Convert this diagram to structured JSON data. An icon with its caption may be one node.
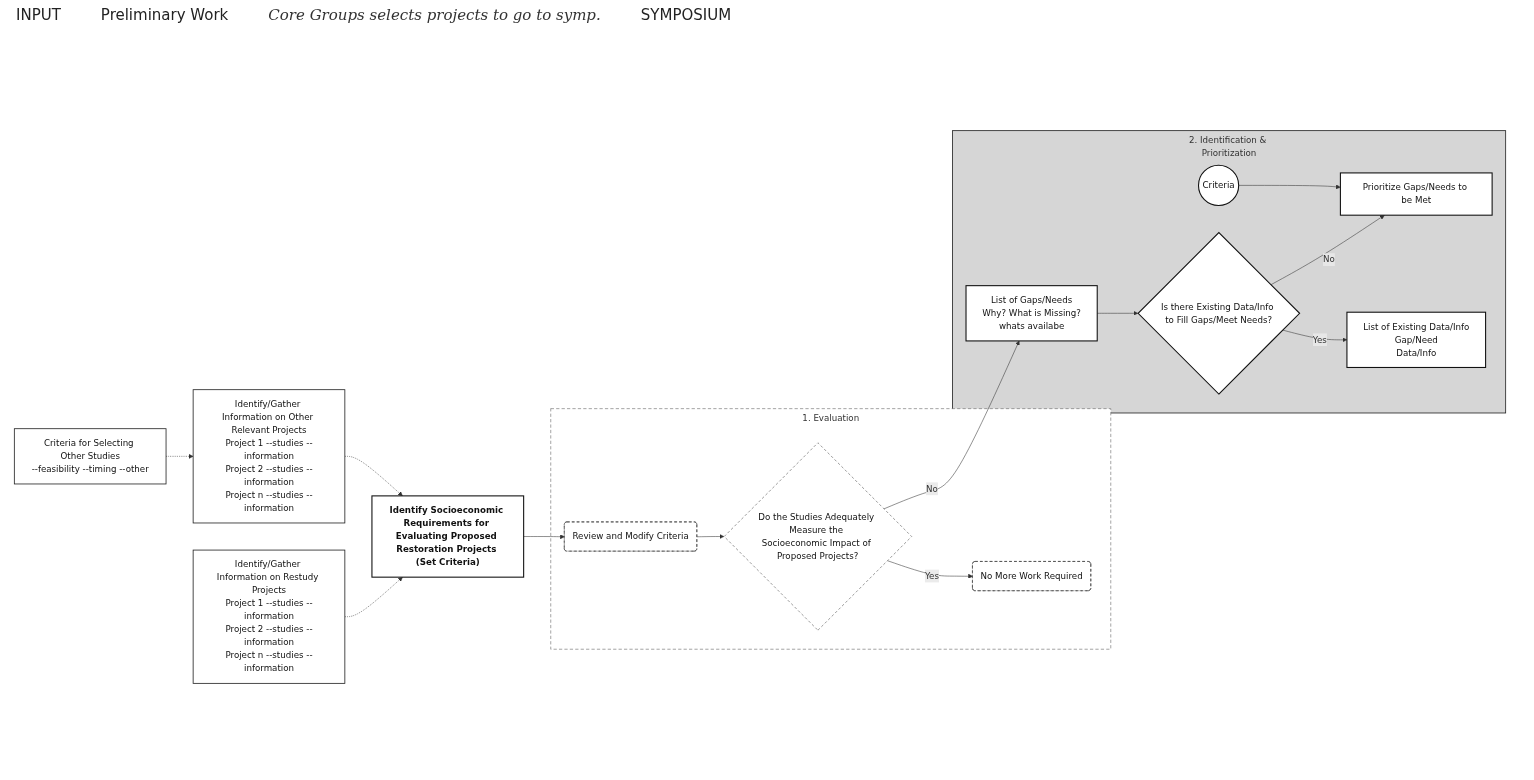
{
  "diagram": {
    "nodes": [
      {
        "text": [
          "Identify/Gather Information on Restudy Projects",
          "Project 1 --studies --information",
          "Project 2 --studies --information",
          "Project n --studies --information"
        ]
      },
      {
        "text": [
          "Identify/Gather Information on Other Relevant Projects",
          "Project 1 --studies --information",
          "Project 2 --studies --information",
          "Project n --studies --information"
        ]
      },
      {
        "text": [
          "Criteria for Selecting Other Studies",
          "--feasibility --timing --other"
        ]
      },
      {
        "text": [
          "Identify Socioeconomic Requirements for Evaluating Proposed Restoration Projects (Set Criteria)"
        ]
      },
      {
        "text": [
          "1. Evaluation"
        ]
      },
      {
        "text": [
          "Review and Modify Criteria"
        ],
        "in": 4
      },
      {
        "text": [
          "Do the Studies Adequately Measure the Socioeconomic Impact of Proposed Projects?"
        ],
        "in": 4
      },
      {
        "text": [
          "No More Work Required"
        ],
        "in": 4
      },
      {
        "text": [
          "2. Identification & Prioritization"
        ]
      },
      {
        "text": [
          "List of Gaps/Needs",
          "Why? What is Missing?",
          "whats availabe"
        ],
        "in": 8
      },
      {
        "text": [
          "Is there Existing Data/Info to Fill Gaps/Meet Needs?"
        ],
        "in": 8
      },
      {
        "text": [
          "Prioritize Gaps/Needs to be Met"
        ],
        "in": 8
      },
      {
        "text": [
          "List of Existing Data/Info",
          "Gap/Need",
          "Data/Info"
        ],
        "in": 8
      },
      {
        "text": [
          "Criteria"
        ],
        "in": 8
      }
    ],
    "edges": [
      {
        "from": 2,
        "to": 1,
        "arrow": "to",
        "style": "dashed"
      },
      {
        "from": 0,
        "to": 3,
        "arrow": "to",
        "style": "dashed"
      },
      {
        "from": 1,
        "to": 3,
        "arrow": "to",
        "style": "dashed"
      },
      {
        "from": 3,
        "to": 5,
        "arrow": "to"
      },
      {
        "from": 5,
        "to": 6,
        "arrow": "to"
      },
      {
        "from": 6,
        "to": 9,
        "arrow": "to",
        "label": "No"
      },
      {
        "from": 6,
        "to": 7,
        "arrow": "to",
        "label": "Yes"
      },
      {
        "from": 9,
        "to": 10,
        "arrow": "to"
      },
      {
        "from": 10,
        "to": 11,
        "arrow": "to",
        "label": "No"
      },
      {
        "from": 10,
        "to": 12,
        "arrow": "to",
        "label": "Yes"
      },
      {
        "from": 13,
        "to": 11,
        "arrow": "to"
      }
    ],
    "labels": [
      "INPUT",
      "Preliminary Work",
      "Core Groups selects projects to go to symp.",
      "SYMPOSIUM"
    ]
  }
}
